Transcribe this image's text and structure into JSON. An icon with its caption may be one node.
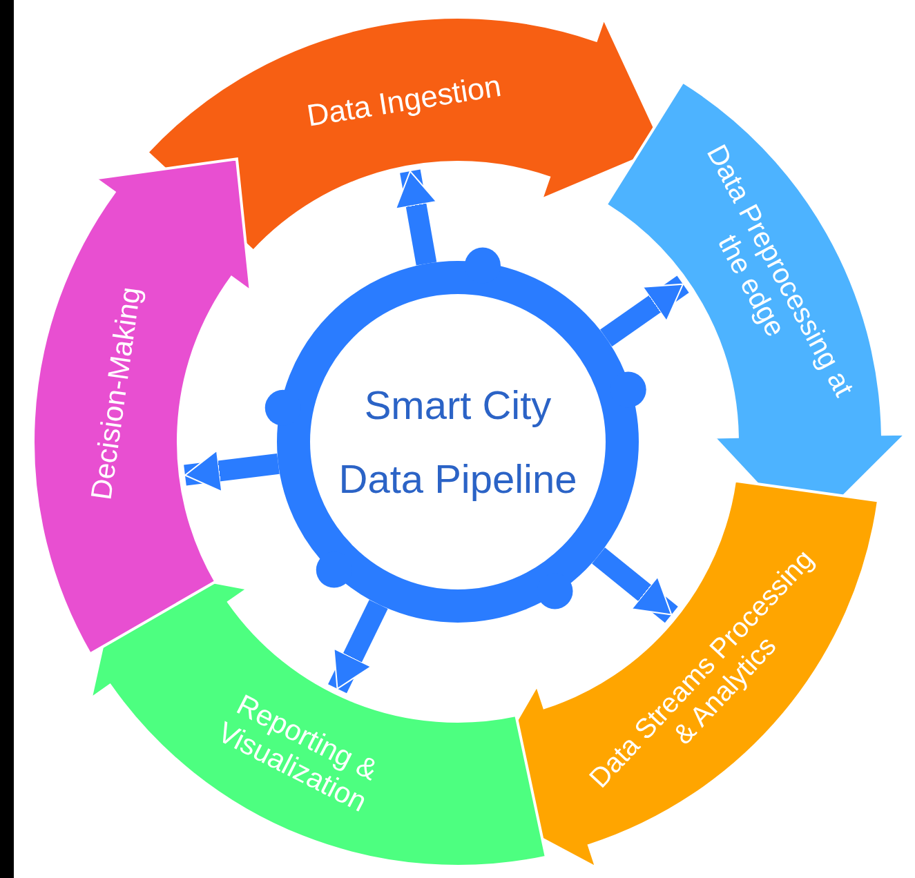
{
  "diagram": {
    "nodes": [
      {
        "text": [
          "Smart City Data Pipeline"
        ]
      },
      {
        "text": [
          "Data Ingestion"
        ]
      },
      {
        "text": [
          "Data Preprocessing at the edge"
        ]
      },
      {
        "text": [
          "Data Streams Processing & Analytics"
        ]
      },
      {
        "text": [
          "Reporting & Visualization"
        ]
      },
      {
        "text": [
          "Decision-Making"
        ]
      }
    ],
    "edges": [
      {
        "from": 0,
        "to": 1,
        "arrow": "to"
      },
      {
        "from": 0,
        "to": 2,
        "arrow": "to"
      },
      {
        "from": 0,
        "to": 3,
        "arrow": "to"
      },
      {
        "from": 0,
        "to": 4,
        "arrow": "to"
      },
      {
        "from": 0,
        "to": 5,
        "arrow": "to"
      }
    ]
  }
}
